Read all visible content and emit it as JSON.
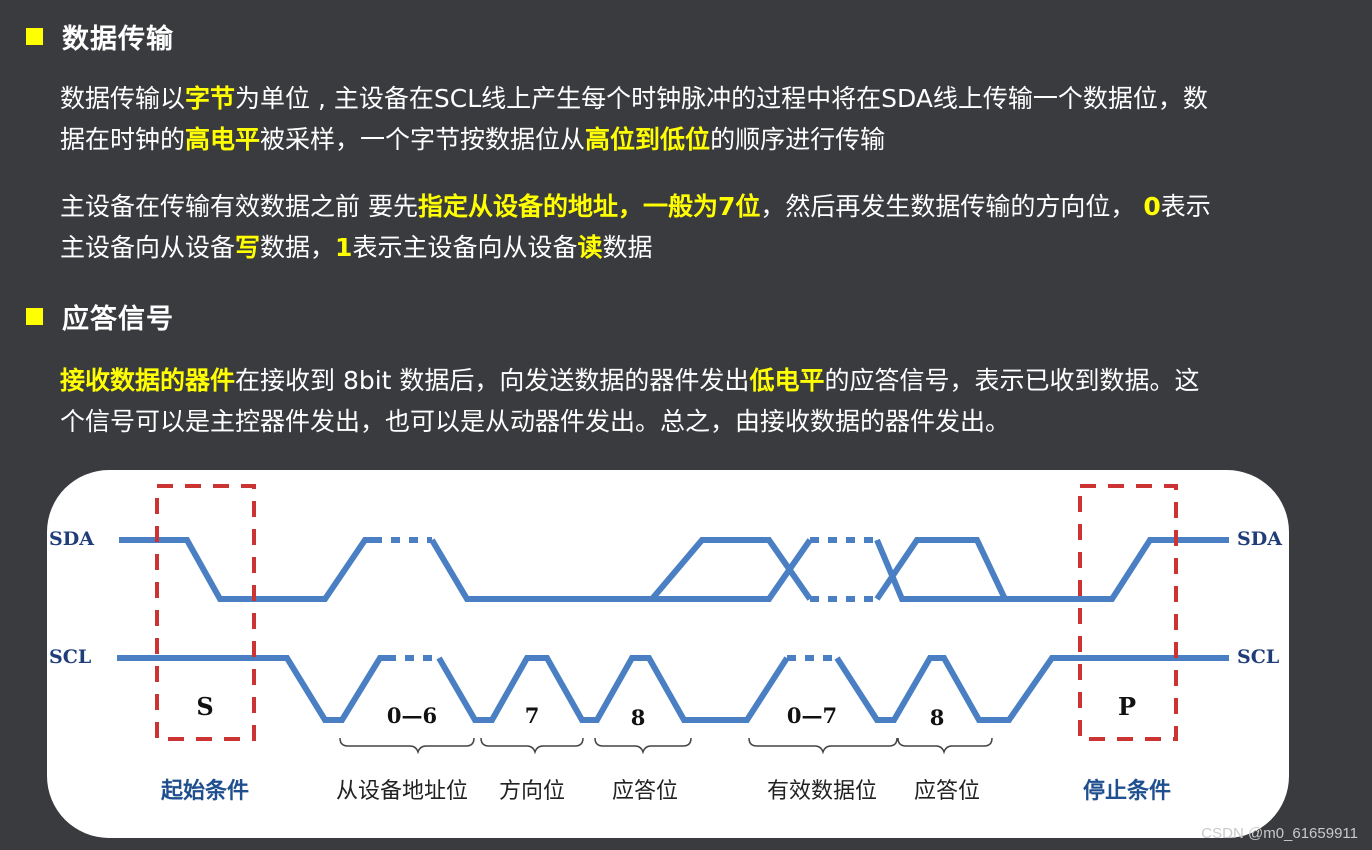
{
  "sections": [
    {
      "title": "数据传输",
      "paragraphs": [
        [
          {
            "t": "数据传输以",
            "hl": false
          },
          {
            "t": "字节",
            "hl": true
          },
          {
            "t": "为单位 , 主设备在SCL线上产生每个时钟脉冲的过程中将在SDA线上传输一个数据位，数",
            "hl": false
          },
          {
            "t": "\n据在时钟的",
            "hl": false
          },
          {
            "t": "高电平",
            "hl": true
          },
          {
            "t": "被采样，一个字节按数据位从",
            "hl": false
          },
          {
            "t": "高位到低位",
            "hl": true
          },
          {
            "t": "的顺序进行传输",
            "hl": false
          }
        ],
        [
          {
            "t": "主设备在传输有效数据之前 要先",
            "hl": false
          },
          {
            "t": "指定从设备的地址，一般为7位",
            "hl": true
          },
          {
            "t": "，然后再发生数据传输的方向位， ",
            "hl": false
          },
          {
            "t": "0",
            "hl": true
          },
          {
            "t": "表示\n主设备向从设备",
            "hl": false
          },
          {
            "t": "写",
            "hl": true
          },
          {
            "t": "数据，",
            "hl": false
          },
          {
            "t": "1",
            "hl": true
          },
          {
            "t": "表示主设备向从设备",
            "hl": false
          },
          {
            "t": "读",
            "hl": true
          },
          {
            "t": "数据",
            "hl": false
          }
        ]
      ]
    },
    {
      "title": "应答信号",
      "paragraphs": [
        [
          {
            "t": "接收数据的器件",
            "hl": true
          },
          {
            "t": "在接收到 8bit 数据后，向发送数据的器件发出",
            "hl": false
          },
          {
            "t": "低电平",
            "hl": true
          },
          {
            "t": "的应答信号，表示已收到数据。这\n个信号可以是主控器件发出，也可以是从动器件发出。总之，由接收数据的器件发出。",
            "hl": false
          }
        ]
      ]
    }
  ],
  "diagram": {
    "signals": {
      "sda": "SDA",
      "scl": "SCL"
    },
    "start_letter": "S",
    "stop_letter": "P",
    "start_label": "起始条件",
    "stop_label": "停止条件",
    "bit_labels": [
      "0—6",
      "7",
      "8",
      "0—7",
      "8"
    ],
    "phase_labels": [
      "从设备地址位",
      "方向位",
      "应答位",
      "有效数据位",
      "应答位"
    ],
    "colors": {
      "wave": "#4a7fc4",
      "box": "#cc3333",
      "signal_label": "#1f3d78",
      "cond_label": "#1f4f8f"
    }
  },
  "colors": {
    "background": "#3a3b3f",
    "highlight": "#ffff00",
    "text": "#ffffff"
  },
  "watermark": "CSDN @m0_61659911"
}
